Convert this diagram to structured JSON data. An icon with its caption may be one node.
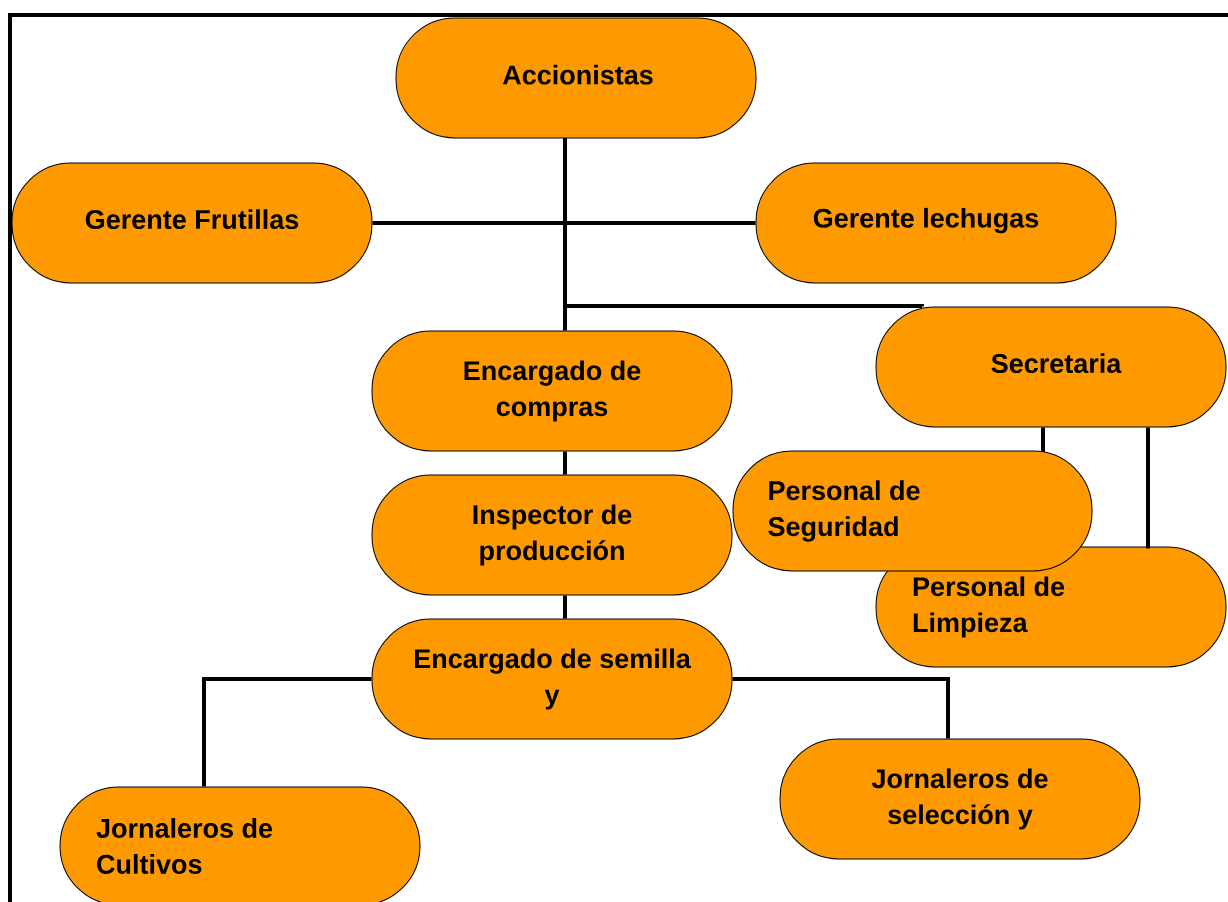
{
  "diagram": {
    "nodes": [
      {
        "text": [
          "Accionistas"
        ]
      },
      {
        "text": [
          "Gerente Frutillas"
        ]
      },
      {
        "text": [
          "Gerente lechugas"
        ]
      },
      {
        "text": [
          "Encargado de compras"
        ]
      },
      {
        "text": [
          "Secretaria"
        ]
      },
      {
        "text": [
          "Inspector de producción"
        ]
      },
      {
        "text": [
          "Personal de Seguridad"
        ]
      },
      {
        "text": [
          "Personal de Limpieza"
        ]
      },
      {
        "text": [
          "Encargado de semilla y"
        ]
      },
      {
        "text": [
          "Jornaleros de Cultivos"
        ]
      },
      {
        "text": [
          "Jornaleros de selección y"
        ]
      }
    ],
    "edges": [
      {
        "from": 0,
        "to": 1,
        "arrow": "none"
      },
      {
        "from": 0,
        "to": 2,
        "arrow": "none"
      },
      {
        "from": 0,
        "to": 3,
        "arrow": "none"
      },
      {
        "from": 0,
        "to": 4,
        "arrow": "none"
      },
      {
        "from": 3,
        "to": 5,
        "arrow": "none"
      },
      {
        "from": 5,
        "to": 8,
        "arrow": "none"
      },
      {
        "from": 4,
        "to": 6,
        "arrow": "none"
      },
      {
        "from": 4,
        "to": 7,
        "arrow": "none"
      },
      {
        "from": 8,
        "to": 9,
        "arrow": "none"
      },
      {
        "from": 8,
        "to": 10,
        "arrow": "none"
      }
    ]
  }
}
